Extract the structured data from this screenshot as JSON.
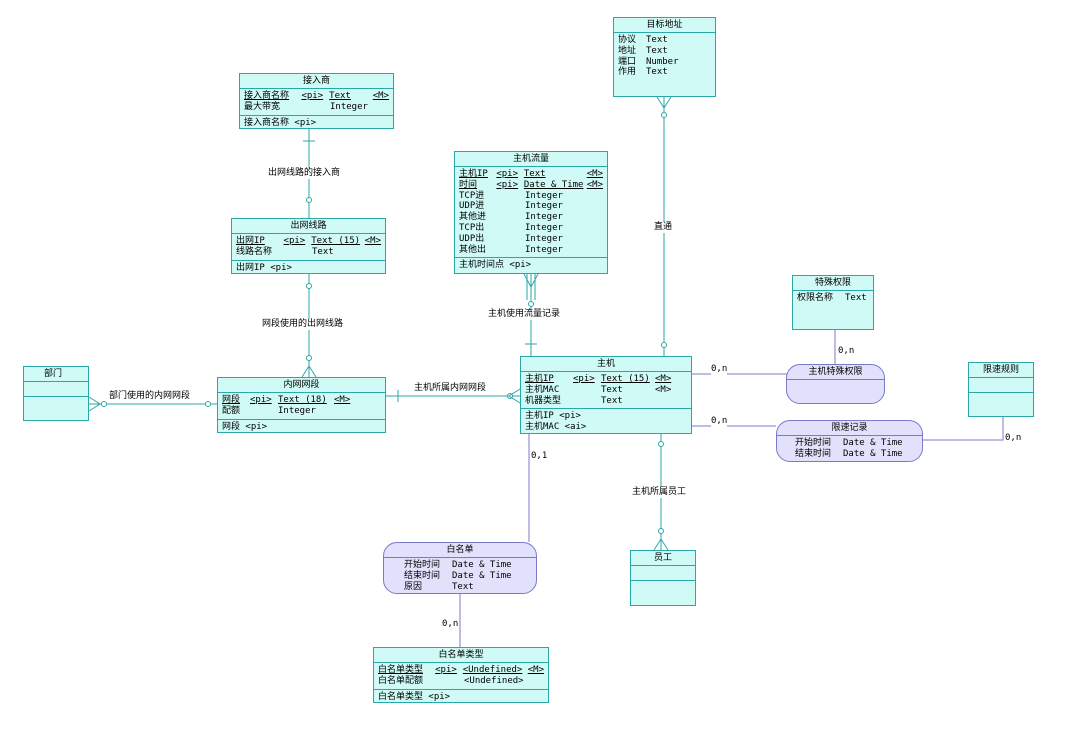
{
  "entities": {
    "target_address": {
      "title": "目标地址",
      "attrs": [
        [
          "协议",
          "Text",
          ""
        ],
        [
          "地址",
          "Text",
          ""
        ],
        [
          "端口",
          "Number",
          ""
        ],
        [
          "作用",
          "Text",
          ""
        ]
      ]
    },
    "isp": {
      "title": "接入商",
      "attrs": [
        [
          "接入商名称",
          "<pi>",
          "Text",
          "<M>"
        ],
        [
          "最大带宽",
          "",
          "Integer",
          ""
        ]
      ],
      "keys": [
        "接入商名称  <pi>"
      ]
    },
    "host_traffic": {
      "title": "主机流量",
      "attrs": [
        [
          "主机IP",
          "<pi>",
          "Text",
          "<M>"
        ],
        [
          "时间",
          "<pi>",
          "Date & Time",
          "<M>"
        ],
        [
          "TCP进",
          "",
          "Integer",
          ""
        ],
        [
          "UDP进",
          "",
          "Integer",
          ""
        ],
        [
          "其他进",
          "",
          "Integer",
          ""
        ],
        [
          "TCP出",
          "",
          "Integer",
          ""
        ],
        [
          "UDP出",
          "",
          "Integer",
          ""
        ],
        [
          "其他出",
          "",
          "Integer",
          ""
        ]
      ],
      "keys": [
        "主机时间点  <pi>"
      ]
    },
    "outbound_line": {
      "title": "出网线路",
      "attrs": [
        [
          "出网IP",
          "<pi>",
          "Text (15)",
          "<M>"
        ],
        [
          "线路名称",
          "",
          "Text",
          ""
        ]
      ],
      "keys": [
        "出网IP  <pi>"
      ]
    },
    "special_permission": {
      "title": "特殊权限",
      "attrs": [
        [
          "权限名称",
          "Text",
          ""
        ]
      ]
    },
    "rate_limit_rule": {
      "title": "限速规则"
    },
    "department": {
      "title": "部门"
    },
    "intranet_segment": {
      "title": "内网网段",
      "attrs": [
        [
          "网段",
          "<pi>",
          "Text (18)",
          "<M>"
        ],
        [
          "配额",
          "",
          "Integer",
          ""
        ]
      ],
      "keys": [
        "网段  <pi>"
      ]
    },
    "host": {
      "title": "主机",
      "attrs": [
        [
          "主机IP",
          "<pi>",
          "Text (15)",
          "<M>"
        ],
        [
          "主机MAC",
          "",
          "Text",
          "<M>"
        ],
        [
          "机器类型",
          "",
          "Text",
          ""
        ]
      ],
      "keys": [
        "主机IP   <pi>",
        "主机MAC  <ai>"
      ]
    },
    "employee": {
      "title": "员工"
    },
    "whitelist_type": {
      "title": "白名单类型",
      "attrs": [
        [
          "白名单类型",
          "<pi>",
          "<Undefined>",
          "<M>"
        ],
        [
          "白名单配额",
          "",
          "<Undefined>",
          ""
        ]
      ],
      "keys": [
        "白名单类型  <pi>"
      ]
    }
  },
  "relations": {
    "host_special_permission": {
      "title": "主机特殊权限"
    },
    "rate_limit_record": {
      "title": "限速记录",
      "attrs": [
        [
          "开始时间",
          "Date & Time"
        ],
        [
          "结束时间",
          "Date & Time"
        ]
      ]
    },
    "whitelist": {
      "title": "白名单",
      "attrs": [
        [
          "开始时间",
          "Date & Time"
        ],
        [
          "结束时间",
          "Date & Time"
        ],
        [
          "原因",
          "Text"
        ]
      ]
    }
  },
  "labels": {
    "outbound_isp": "出网线路的接入商",
    "segment_line": "网段使用的出网线路",
    "dept_segment": "部门使用的内网网段",
    "host_segment": "主机所属内网网段",
    "host_traffic_record": "主机使用流量记录",
    "direct": "直通",
    "host_employee": "主机所属员工",
    "card_special": "0,n",
    "card_special_perm": "0,n",
    "card_rate": "0,n",
    "card_rate_rule": "0,n",
    "card_whitelist_host": "0,1",
    "card_whitelist_type": "0,n"
  },
  "colors": {
    "entity_fill": "#cffaf5",
    "entity_border": "#2aa7a7",
    "relation_fill": "#e2e1fb",
    "relation_border": "#7a79c9"
  }
}
